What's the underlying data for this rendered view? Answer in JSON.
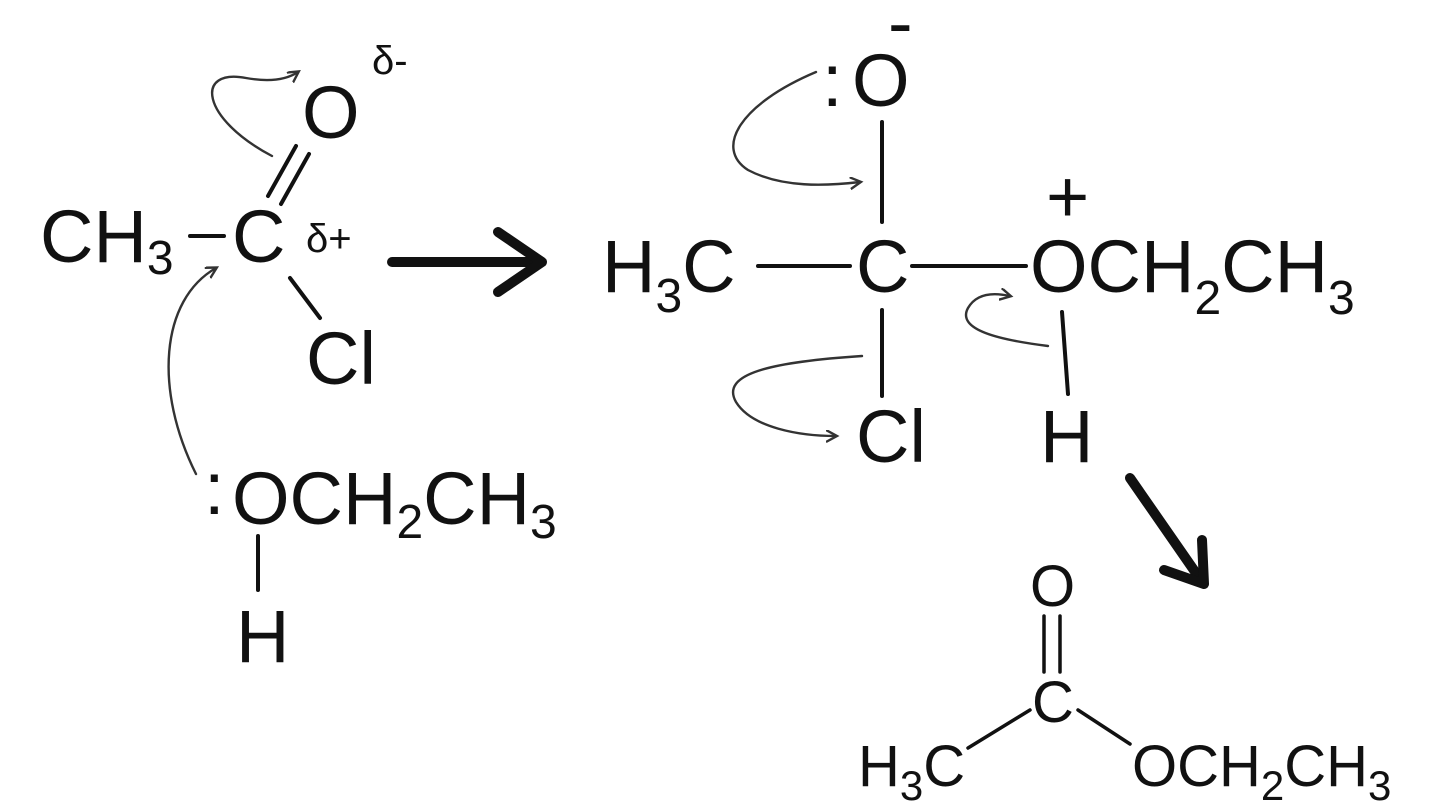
{
  "reactant_acyl_chloride": {
    "ch3_main": "CH",
    "ch3_sub": "3",
    "carbon": "C",
    "oxygen": "O",
    "chlorine": "Cl",
    "delta_minus": "δ-",
    "delta_plus": "δ+"
  },
  "reactant_ethanol": {
    "lone_pair": ":",
    "oxygen_main": "OCH",
    "sub1": "2",
    "ch3_main": "CH",
    "sub2": "3",
    "hydrogen": "H"
  },
  "intermediate": {
    "lone_pair": ":",
    "oxygen_top": "O",
    "minus_charge": "-",
    "h3c_h": "H",
    "h3c_sub": "3",
    "h3c_c": "C",
    "carbon": "C",
    "plus_charge": "+",
    "ox_main": "OCH",
    "ox_sub1": "2",
    "ox_ch3": "CH",
    "ox_sub2": "3",
    "chlorine": "Cl",
    "hydrogen": "H"
  },
  "product_ester": {
    "oxygen": "O",
    "carbon": "C",
    "h3c_h": "H",
    "h3c_sub": "3",
    "h3c_c": "C",
    "ox_main": "OCH",
    "ox_sub1": "2",
    "ox_ch3": "CH",
    "ox_sub2": "3"
  }
}
